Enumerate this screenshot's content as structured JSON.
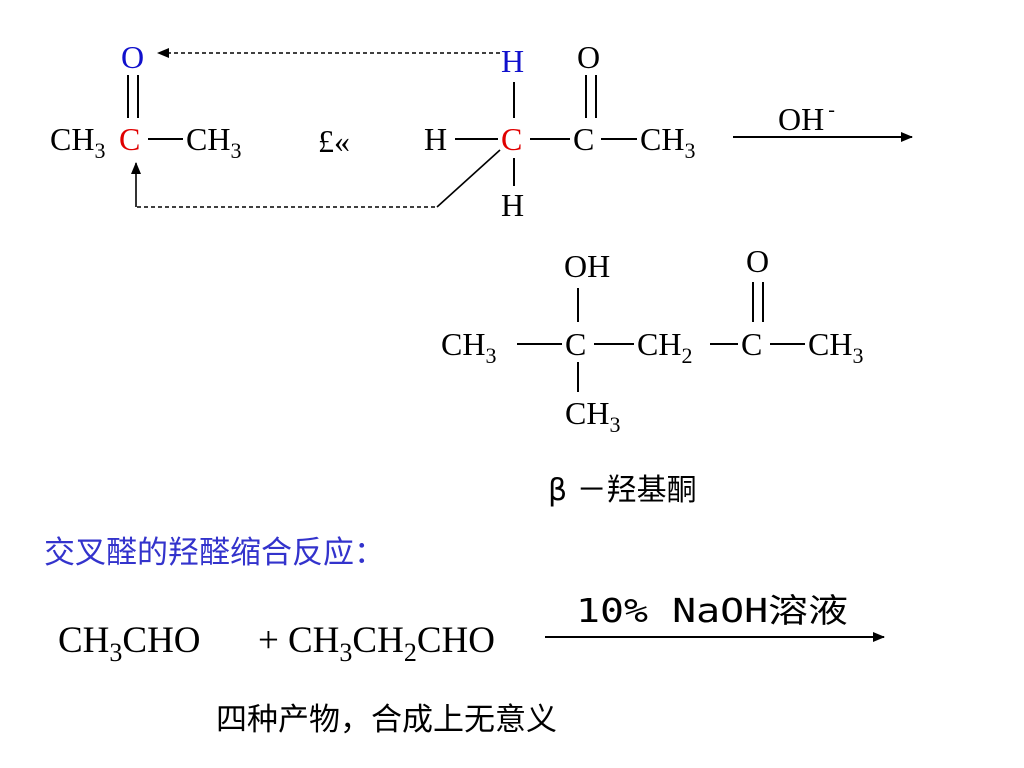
{
  "colors": {
    "black": "#000000",
    "red": "#e00000",
    "blue": "#1010cc",
    "heading": "#3333cc"
  },
  "reaction1": {
    "acetone": {
      "ch3_left": "CH",
      "ch3_left_sub": "3",
      "carbonyl_c": "C",
      "carbonyl_o": "O",
      "ch3_right": "CH",
      "ch3_right_sub": "3"
    },
    "plus_symbol": "£«",
    "acetone2": {
      "h_top": "H",
      "h_left": "H",
      "alpha_c": "C",
      "h_bottom": "H",
      "carbonyl_c": "C",
      "carbonyl_o": "O",
      "ch3": "CH",
      "ch3_sub": "3"
    },
    "condition": "OH",
    "condition_sup": "-"
  },
  "product1": {
    "oh": "OH",
    "o": "O",
    "ch3_left": "CH",
    "ch3_left_sub": "3",
    "c_center": "C",
    "ch2": "CH",
    "ch2_sub": "2",
    "c_carbonyl": "C",
    "ch3_right": "CH",
    "ch3_right_sub": "3",
    "ch3_bottom": "CH",
    "ch3_bottom_sub": "3",
    "name": "β －羟基酮"
  },
  "section_heading": "交叉醛的羟醛缩合反应：",
  "reaction2": {
    "reactant_a": "CH",
    "reactant_a_sub": "3",
    "reactant_a_rest": "CHO",
    "plus": "+",
    "reactant_b": "CH",
    "reactant_b_sub1": "3",
    "reactant_b_mid": "CH",
    "reactant_b_sub2": "2",
    "reactant_b_rest": "CHO",
    "condition": "10% NaOH溶液"
  },
  "conclusion": "四种产物，合成上无意义"
}
